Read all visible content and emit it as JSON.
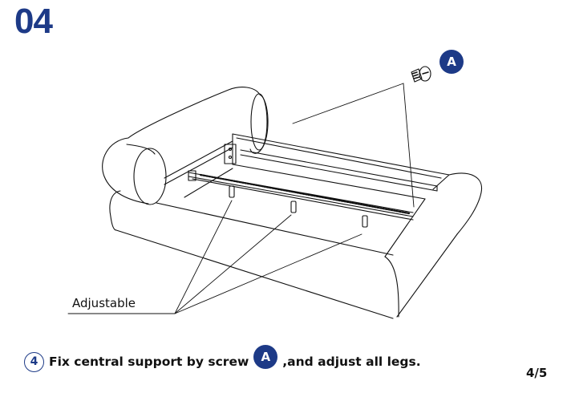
{
  "step": {
    "number": "04"
  },
  "parts": {
    "screw_label": "A",
    "screw_icon": "screw-icon"
  },
  "callouts": {
    "adjustable": "Adjustable"
  },
  "instruction": {
    "step_index": "4",
    "text_before": "Fix central support by screw",
    "part_label": "A",
    "text_after": ",and adjust all legs."
  },
  "page": {
    "current": "4/5"
  },
  "colors": {
    "brand": "#1d3a87",
    "ink": "#111111"
  }
}
